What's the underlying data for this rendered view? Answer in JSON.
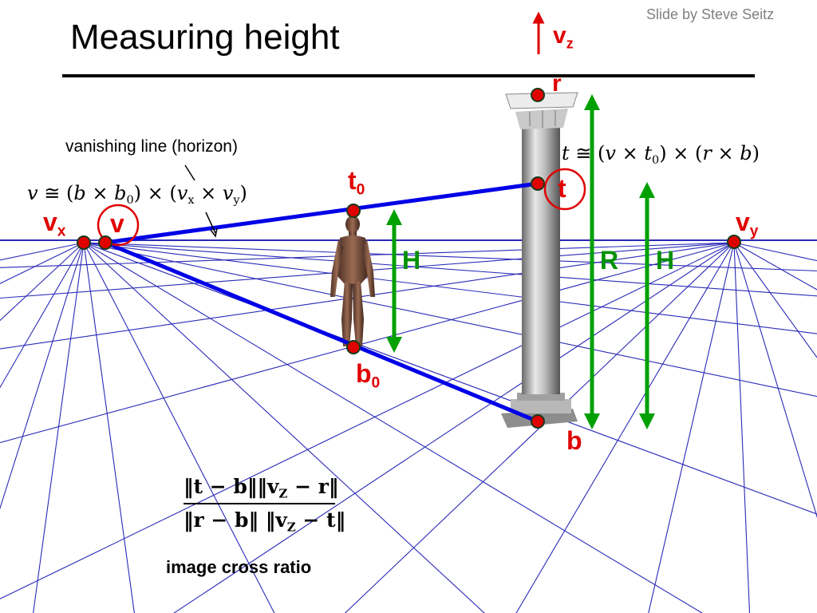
{
  "slide": {
    "title": "Measuring height",
    "credit": "Slide by Steve Seitz"
  },
  "colors": {
    "grid": "#2a2ab8",
    "construction": "#0000e6",
    "arrow": "#00a000",
    "point": "#e00000",
    "label_red": "#e00000",
    "label_green": "#009000"
  },
  "labels": {
    "vz": {
      "main": "v",
      "sub": "z"
    },
    "r": "r",
    "t0": {
      "main": "t",
      "sub": "0"
    },
    "t": "t",
    "vx": {
      "main": "v",
      "sub": "x"
    },
    "v": "v",
    "vy": {
      "main": "v",
      "sub": "y"
    },
    "b0": {
      "main": "b",
      "sub": "0"
    },
    "b": "b",
    "h_person": "H",
    "r_column": "R",
    "h_column": "H"
  },
  "annotations": {
    "horizon": "vanishing line (horizon)",
    "v_eq": {
      "lhs": "v",
      "op": "≅",
      "a": "b",
      "b": "b",
      "bsub": "0",
      "c": "v",
      "csub": "x",
      "d": "v",
      "dsub": "y"
    },
    "t_eq": {
      "lhs": "t",
      "op": "≅",
      "a": "v",
      "b": "t",
      "bsub": "0",
      "c": "r",
      "d": "b"
    }
  },
  "cross_ratio": {
    "numerator": "‖t − b‖‖v",
    "numerator_sub": "Z",
    "numerator_tail": " − r‖",
    "denominator": "‖r − b‖ ‖v",
    "denominator_sub": "Z",
    "denominator_tail": " − t‖",
    "caption": "image cross ratio"
  }
}
